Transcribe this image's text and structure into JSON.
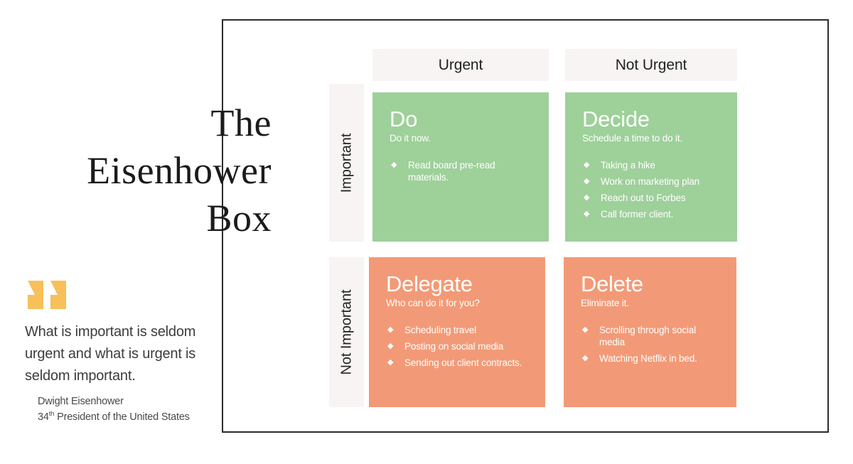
{
  "title": {
    "line1": "The",
    "line2": "Eisenhower",
    "line3": "Box"
  },
  "quote": {
    "mark_icon": "quotation-mark-icon",
    "mark_color": "#f7c05a",
    "text": "What is important is seldom urgent and what is urgent is seldom important.",
    "author": "Dwight Eisenhower",
    "role_number": "34",
    "role_ordinal": "th",
    "role_rest": " President of the United States"
  },
  "matrix": {
    "columns": [
      {
        "label": "Urgent"
      },
      {
        "label": "Not Urgent"
      }
    ],
    "rows": [
      {
        "label": "Important"
      },
      {
        "label": "Not Important"
      }
    ],
    "header_bg": "#f7f4f3",
    "quadrants": [
      {
        "key": "do",
        "heading": "Do",
        "subtitle": "Do it now.",
        "color": "#9ed09a",
        "items": [
          "Read board pre-read materials."
        ]
      },
      {
        "key": "decide",
        "heading": "Decide",
        "subtitle": "Schedule a time to do it.",
        "color": "#9ed09a",
        "items": [
          "Taking a hike",
          "Work on marketing plan",
          "Reach out to Forbes",
          "Call former client."
        ]
      },
      {
        "key": "delegate",
        "heading": "Delegate",
        "subtitle": "Who can do it for you?",
        "color": "#f29a77",
        "items": [
          "Scheduling travel",
          "Posting on social media",
          "Sending out client contracts."
        ]
      },
      {
        "key": "delete",
        "heading": "Delete",
        "subtitle": "Eliminate it.",
        "color": "#f29a77",
        "items": [
          "Scrolling through social media",
          "Watching Netflix in bed."
        ]
      }
    ],
    "bullet_glyph": "◆"
  }
}
